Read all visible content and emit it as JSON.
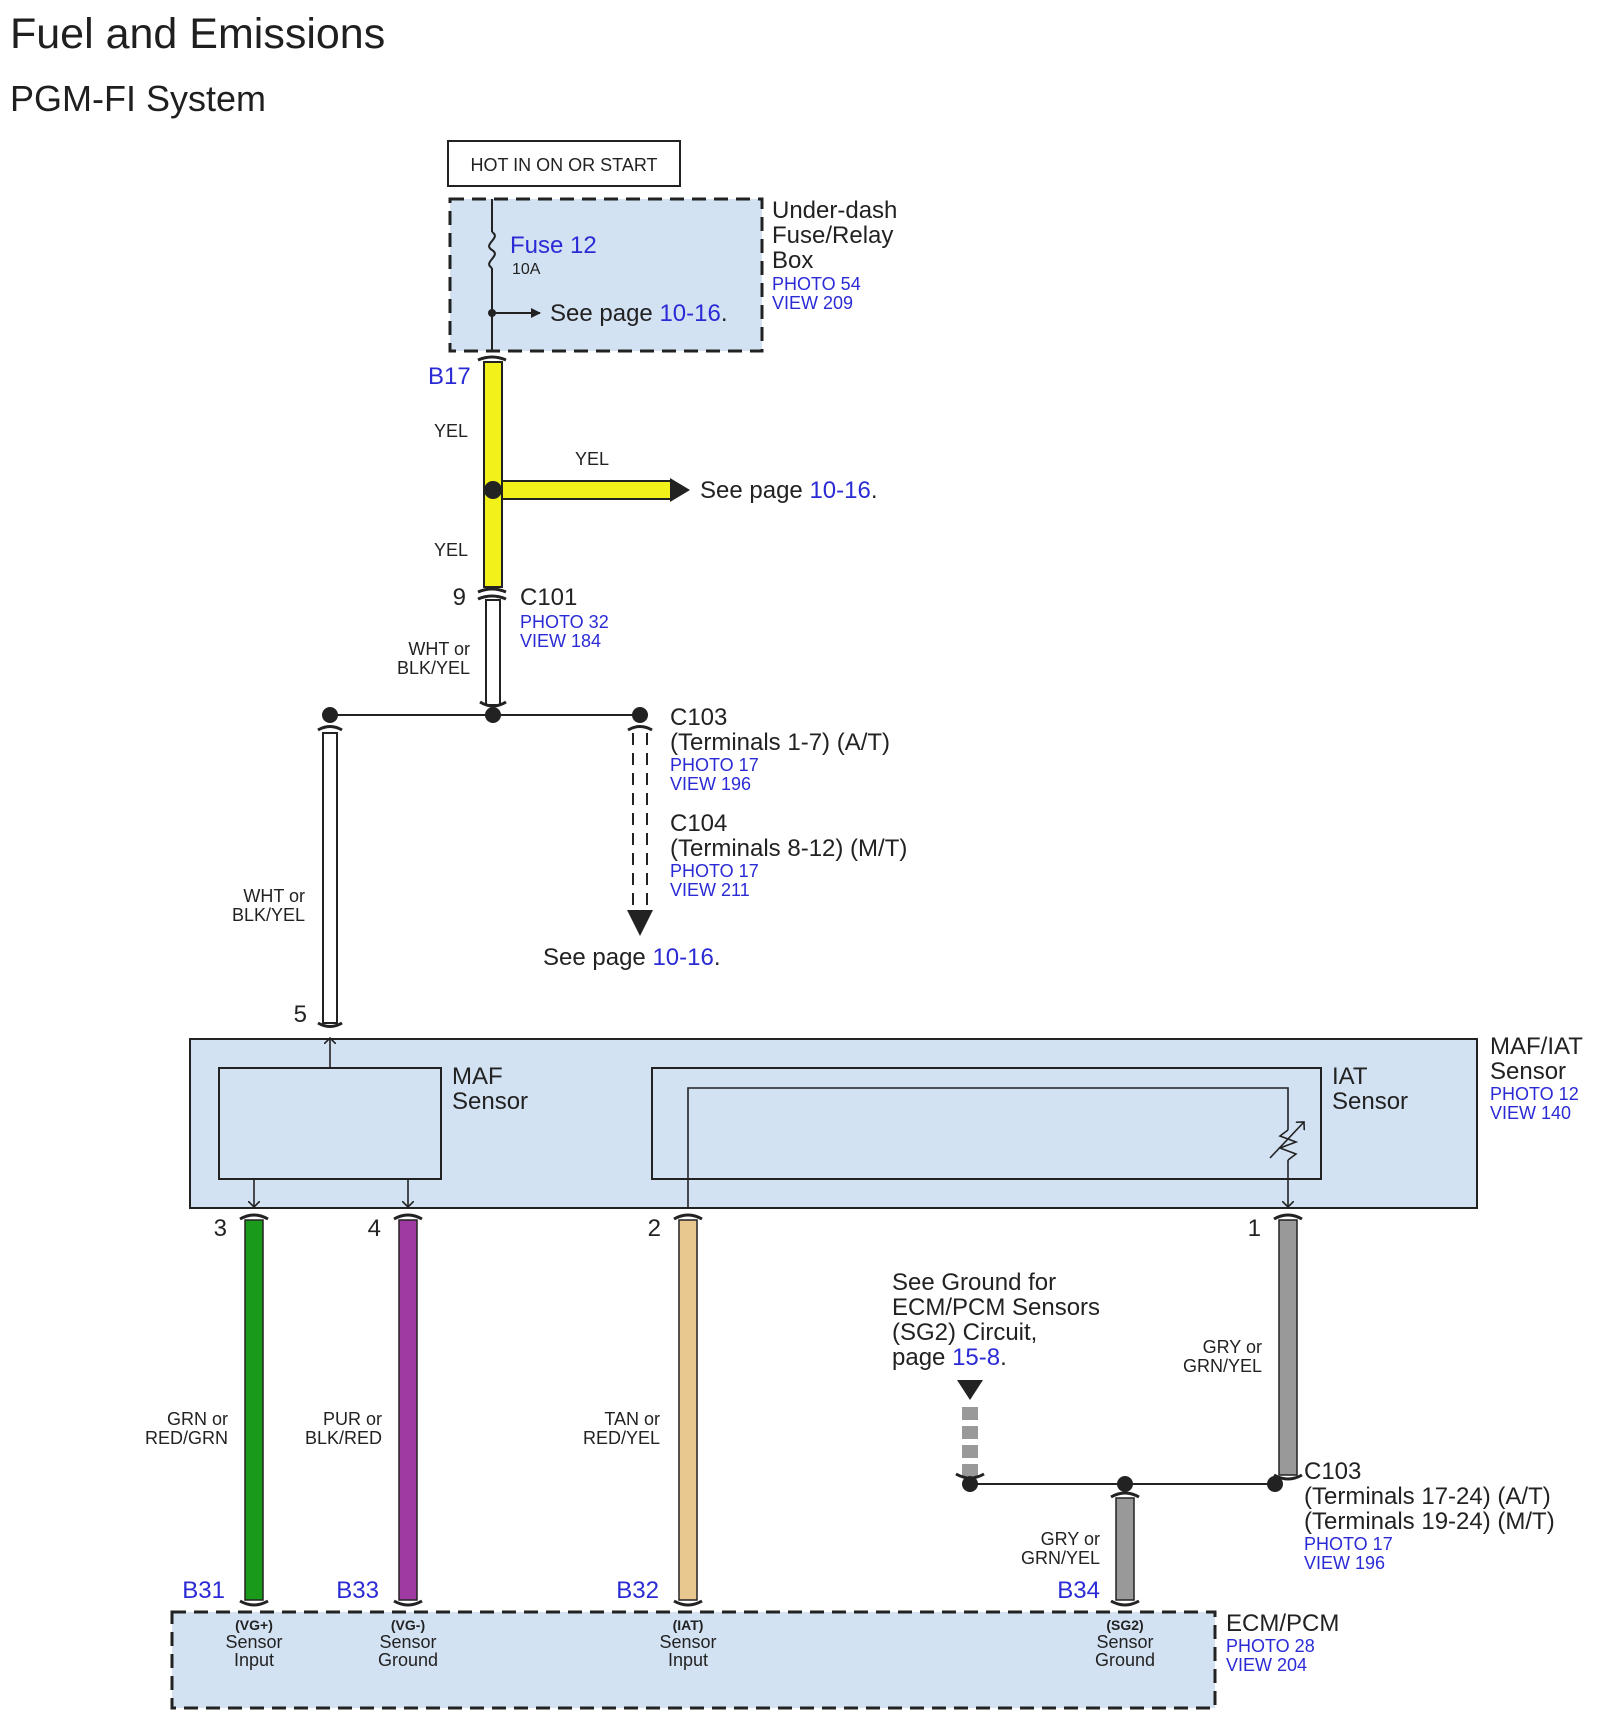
{
  "page": {
    "title": "Fuel and Emissions",
    "subtitle": "PGM-FI System"
  },
  "power": {
    "label": "HOT IN ON OR START",
    "fuse_name": "Fuse 12",
    "fuse_rating": "10A",
    "fuse_see_prefix": "See page ",
    "fuse_see_page": "10-16",
    "box_name_1": "Under-dash",
    "box_name_2": "Fuse/Relay",
    "box_name_3": "Box",
    "box_photo": "PHOTO 54",
    "box_view": "VIEW 209"
  },
  "wires": {
    "b17": "B17",
    "yel_upper": "YEL",
    "yel_branch": "YEL",
    "yel_lower": "YEL",
    "branch_see_prefix": "See page ",
    "branch_see_page": "10-16",
    "terminal_9": "9",
    "c101_name": "C101",
    "c101_photo": "PHOTO 32",
    "c101_view": "VIEW 184",
    "wht_mid_1": "WHT or",
    "wht_mid_2": "BLK/YEL",
    "wht_left_1": "WHT or",
    "wht_left_2": "BLK/YEL",
    "terminal_5": "5"
  },
  "c103_top": {
    "name": "C103",
    "terminals": "(Terminals 1-7)  (A/T)",
    "photo": "PHOTO 17",
    "view": "VIEW 196"
  },
  "c104": {
    "name": "C104",
    "terminals": "(Terminals 8-12)  (M/T)",
    "photo": "PHOTO 17",
    "view": "VIEW 211",
    "see_prefix": "See page ",
    "see_page": "10-16"
  },
  "sensor": {
    "maf_1": "MAF",
    "maf_2": "Sensor",
    "iat_1": "IAT",
    "iat_2": "Sensor",
    "unit_1": "MAF/IAT",
    "unit_2": "Sensor",
    "photo": "PHOTO 12",
    "view": "VIEW 140",
    "pins": [
      "3",
      "4",
      "2",
      "1"
    ]
  },
  "signal_wires": [
    {
      "color_1": "GRN or",
      "color_2": "RED/GRN",
      "terminal": "B31",
      "hex": "#1a9a1a"
    },
    {
      "color_1": "PUR or",
      "color_2": "BLK/RED",
      "terminal": "B33",
      "hex": "#a03aa3"
    },
    {
      "color_1": "TAN or",
      "color_2": "RED/YEL",
      "terminal": "B32",
      "hex": "#e8c88e"
    },
    {
      "color_1": "GRY or",
      "color_2": "GRN/YEL",
      "terminal": "B34",
      "hex": "#999999"
    }
  ],
  "iat_return": {
    "color_1": "GRY or",
    "color_2": "GRN/YEL"
  },
  "ground_ref": {
    "line_1": "See Ground for",
    "line_2": "ECM/PCM Sensors",
    "line_3": "(SG2) Circuit,",
    "line_4_prefix": "page ",
    "line_4_page": "15-8"
  },
  "c103_bottom": {
    "name": "C103",
    "terminals_at": "(Terminals 17-24)  (A/T)",
    "terminals_mt": "(Terminals 19-24)  (M/T)",
    "photo": "PHOTO 17",
    "view": "VIEW 196"
  },
  "ecm": {
    "name": "ECM/PCM",
    "photo": "PHOTO 28",
    "view": "VIEW 204",
    "inputs": [
      {
        "code": "(VG+)",
        "line_1": "Sensor",
        "line_2": "Input"
      },
      {
        "code": "(VG-)",
        "line_1": "Sensor",
        "line_2": "Ground"
      },
      {
        "code": "(IAT)",
        "line_1": "Sensor",
        "line_2": "Input"
      },
      {
        "code": "(SG2)",
        "line_1": "Sensor",
        "line_2": "Ground"
      }
    ]
  },
  "colors": {
    "component_fill": "#d3e2f3",
    "link_blue": "#2b2bd6",
    "yellow_wire": "#f2f21a",
    "gray_wire": "#999999"
  }
}
